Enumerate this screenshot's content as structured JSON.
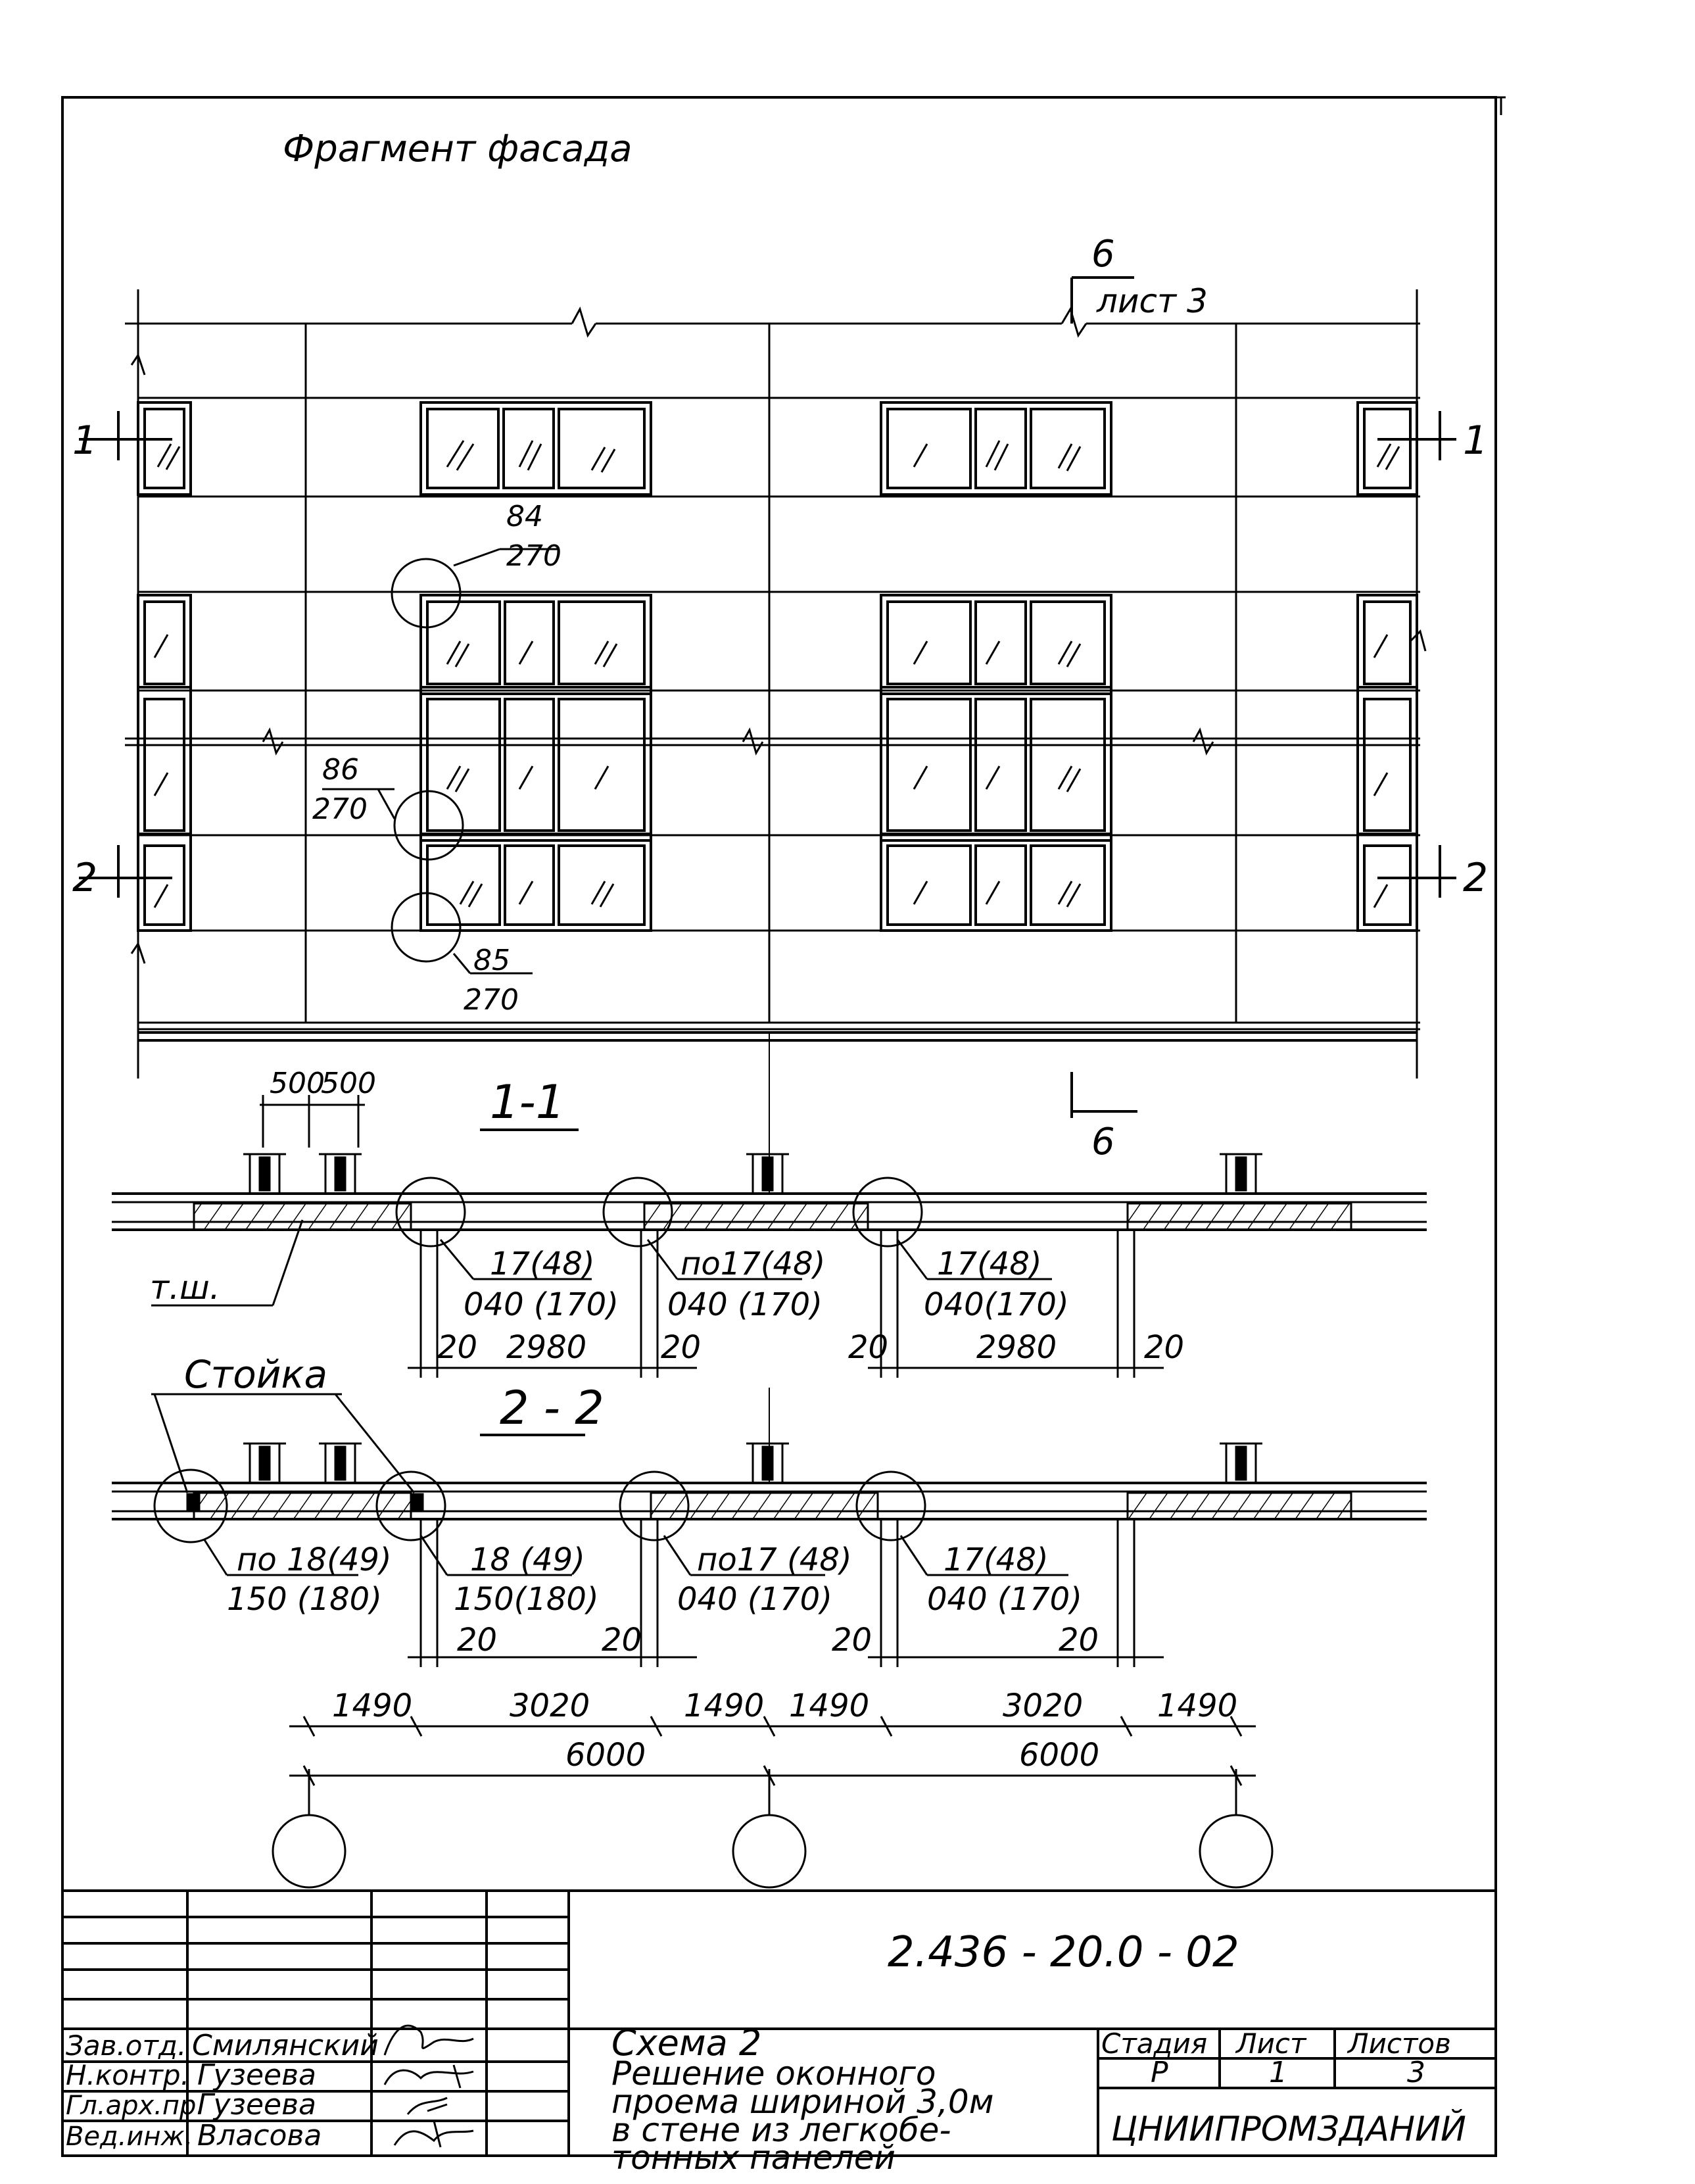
{
  "title": "Фрагмент фасада",
  "section_marks": {
    "mark_6": "6",
    "sheet_ref": "лист 3",
    "mark_1": "1",
    "mark_2": "2"
  },
  "callouts": {
    "node_84": "84",
    "node_84_sub": "270",
    "node_86": "86",
    "node_86_sub": "270",
    "node_85": "85",
    "node_85_sub": "270"
  },
  "section_1_1": {
    "title": "1-1",
    "dim_500_a": "500",
    "dim_500_b": "500",
    "tsh": "т.ш.",
    "lbl_a_top": "17(48)",
    "lbl_a_bot": "040 (170)",
    "lbl_b_top": "по17(48)",
    "lbl_b_bot": "040 (170)",
    "lbl_c_top": "17(48)",
    "lbl_c_bot": "040(170)",
    "d20_a": "20",
    "d2980_a": "2980",
    "d20_b": "20",
    "d20_c": "20",
    "d2980_b": "2980",
    "d20_d": "20"
  },
  "section_2_2": {
    "title": "2 - 2",
    "stoika": "Стойка",
    "lbl_a_top": "по 18(49)",
    "lbl_a_bot": "150 (180)",
    "lbl_b_top": "18 (49)",
    "lbl_b_bot": "150(180)",
    "lbl_c_top": "по17 (48)",
    "lbl_c_bot": "040 (170)",
    "lbl_d_top": "17(48)",
    "lbl_d_bot": "040 (170)",
    "d20_a": "20",
    "d20_b": "20",
    "d20_c": "20",
    "d20_d": "20"
  },
  "dimensions": {
    "d1490_a": "1490",
    "d3020_a": "3020",
    "d1490_b": "1490",
    "d1490_c": "1490",
    "d3020_b": "3020",
    "d1490_d": "1490",
    "d6000_a": "6000",
    "d6000_b": "6000"
  },
  "title_block": {
    "doc_code": "2.436 - 20.0 - 02",
    "roles": [
      "Зав.отд.",
      "Н.контр.",
      "Гл.арх.пр.",
      "Вед.инж."
    ],
    "names": [
      "Смилянский",
      "Гузеева",
      "Гузеева",
      "Власова"
    ],
    "desc_title": "Схема 2",
    "desc_lines": [
      "Решение оконного",
      "проема шириной 3,0м",
      "в стене из легкобе-",
      "тонных панелей"
    ],
    "stage_hdr": "Стадия",
    "sheet_hdr": "Лист",
    "sheets_hdr": "Листов",
    "stage": "Р",
    "sheet": "1",
    "sheets": "3",
    "org": "ЦНИИПРОМЗДАНИЙ"
  }
}
